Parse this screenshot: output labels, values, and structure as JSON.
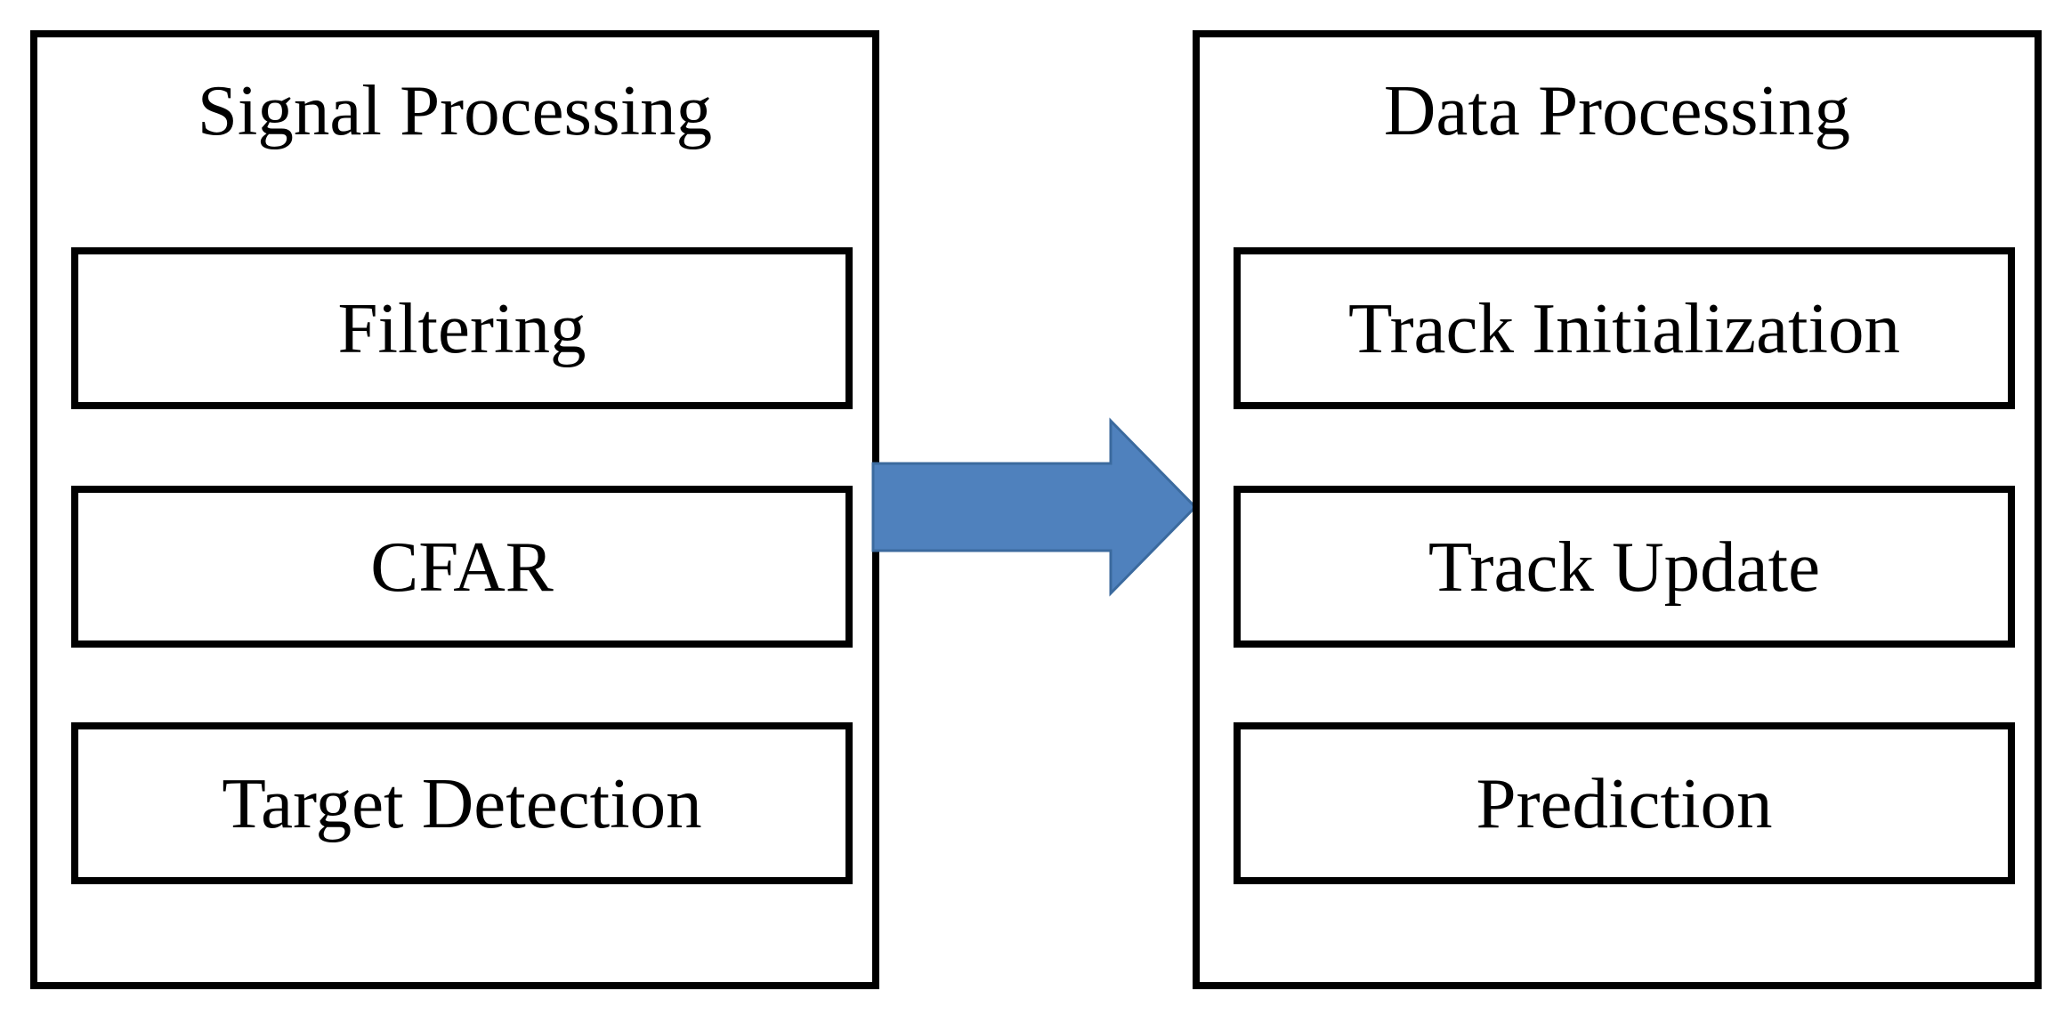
{
  "diagram": {
    "left_panel": {
      "title": "Signal Processing",
      "steps": [
        {
          "label": "Filtering"
        },
        {
          "label": "CFAR"
        },
        {
          "label": "Target Detection"
        }
      ]
    },
    "right_panel": {
      "title": "Data Processing",
      "steps": [
        {
          "label": "Track Initialization"
        },
        {
          "label": "Track Update"
        },
        {
          "label": "Prediction"
        }
      ]
    },
    "arrow": {
      "fill_color": "#4f81bd",
      "stroke_color": "#3b6a9e"
    }
  }
}
